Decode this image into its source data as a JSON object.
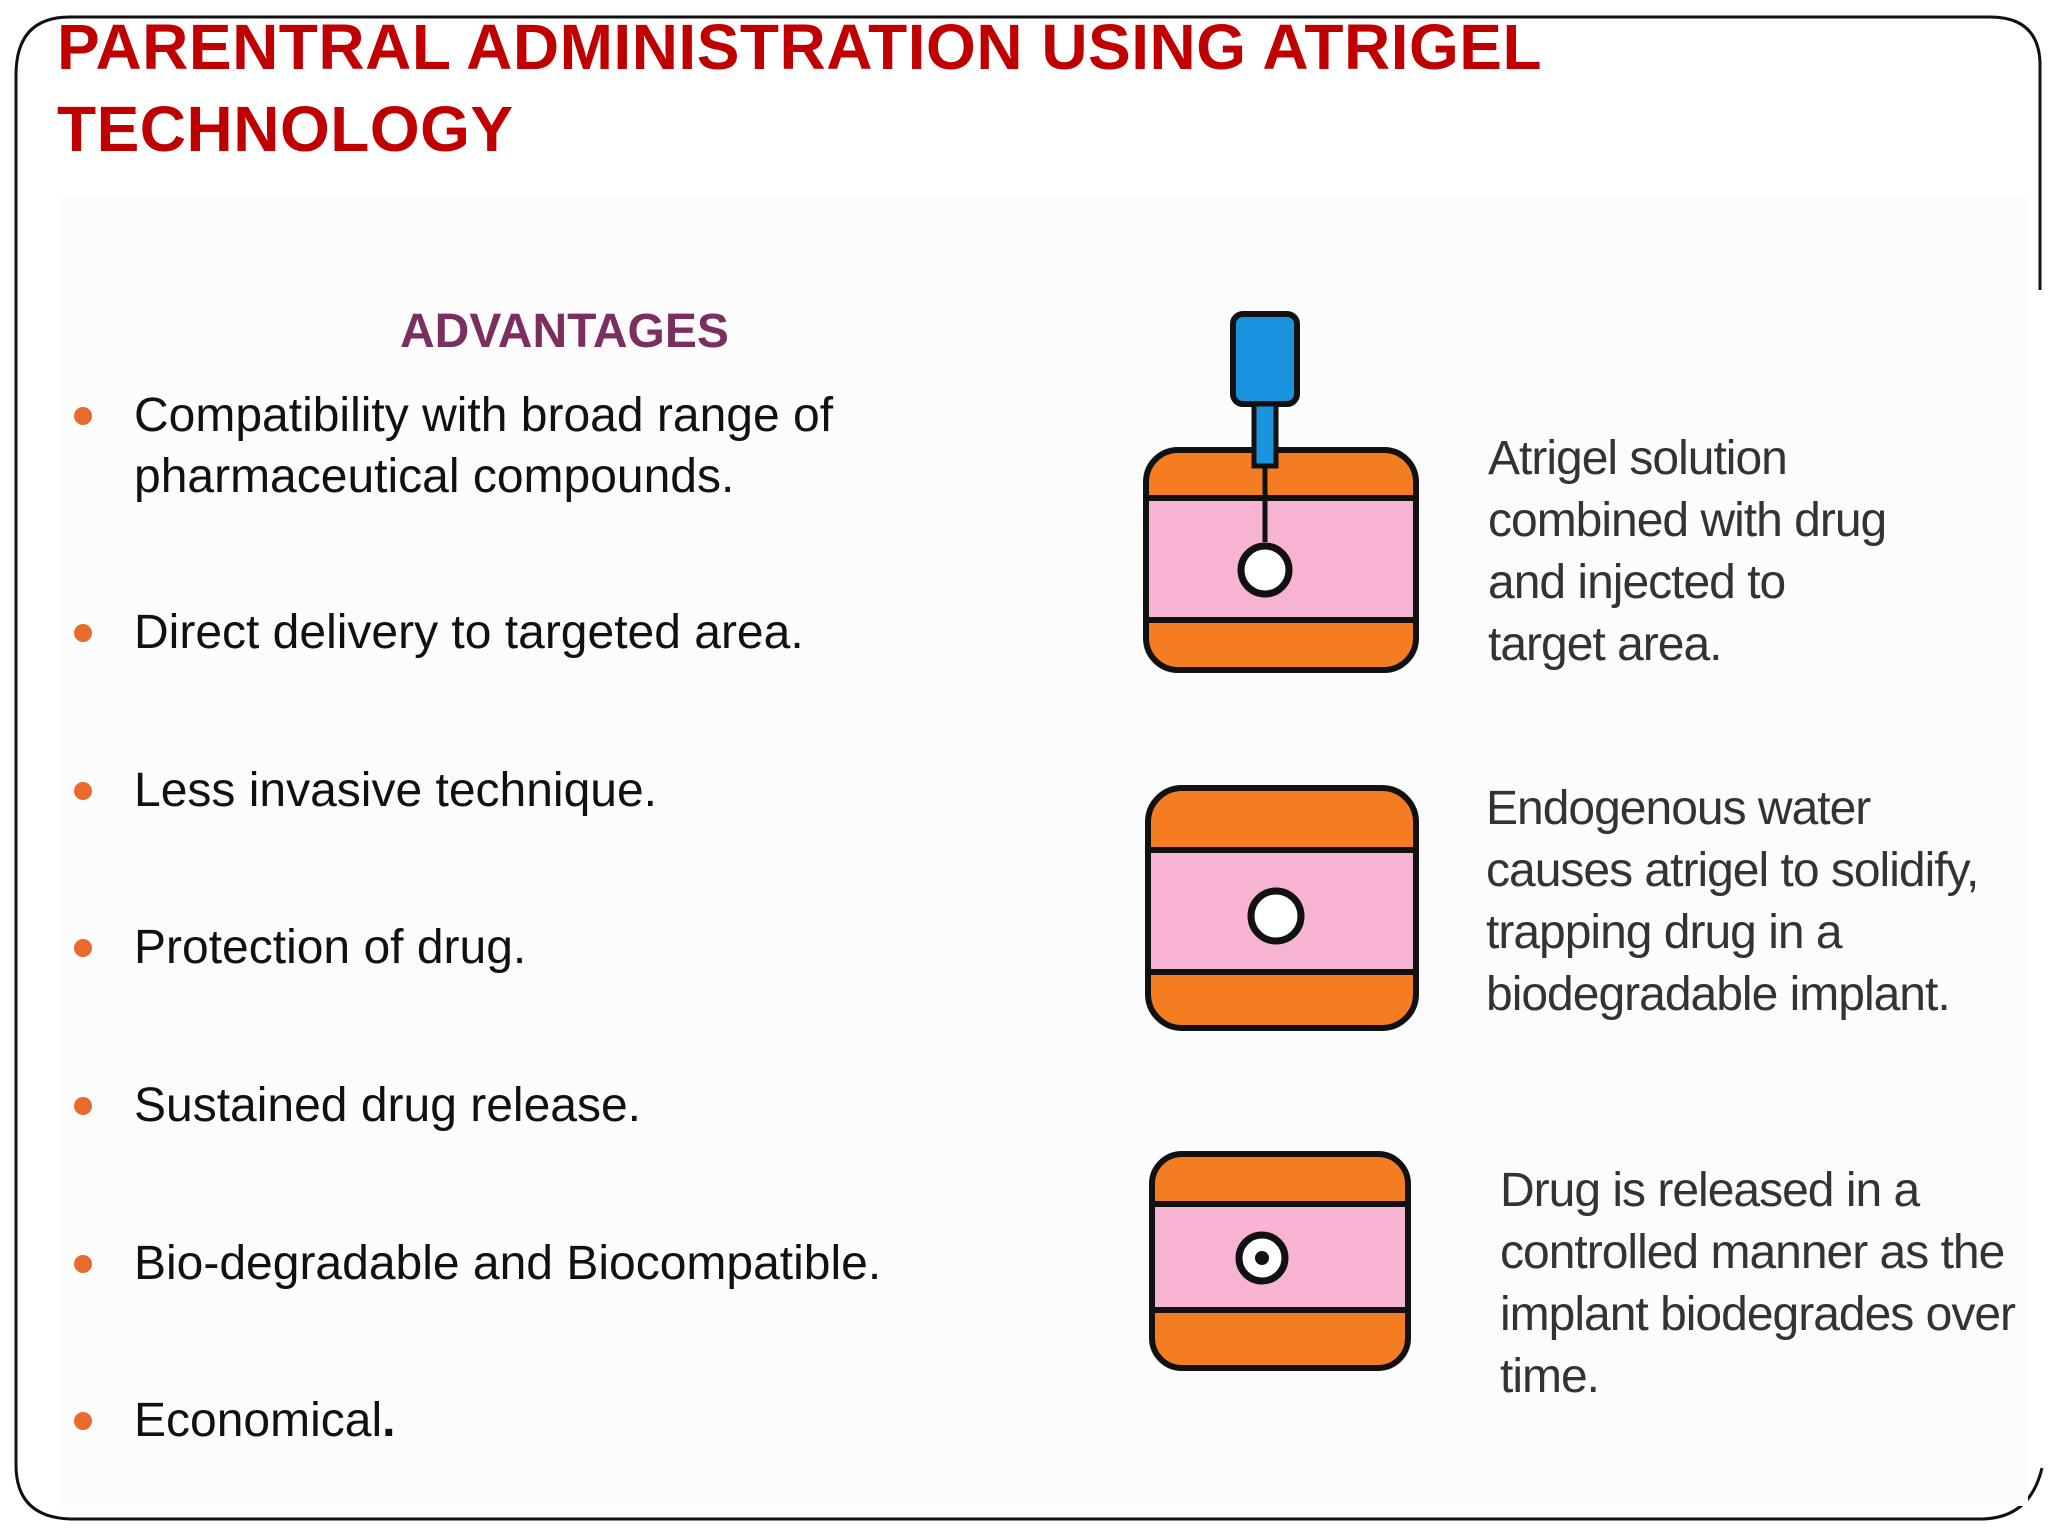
{
  "title": {
    "line1": "PARENTRAL ADMINISTRATION USING ATRIGEL",
    "line2": "TECHNOLOGY"
  },
  "advantages": {
    "heading": "ADVANTAGES",
    "items": [
      {
        "text": "Compatibility with broad range of pharmaceutical compounds."
      },
      {
        "text": "Direct delivery to targeted area."
      },
      {
        "text": "Less invasive technique."
      },
      {
        "text": "Protection of drug."
      },
      {
        "text": "Sustained drug release."
      },
      {
        "text": "Bio-degradable and Biocompatible."
      },
      {
        "text": "Economical"
      }
    ],
    "last_item_period": "."
  },
  "diagram": {
    "colors": {
      "tissue_band": "#f47d22",
      "tissue_core": "#f6b4d2",
      "syringe": "#1a93de",
      "outline": "#111111",
      "bullet": "#e86a2d",
      "title": "#c00000",
      "heading": "#7a2f60"
    },
    "stages": [
      {
        "caption_lines": [
          "Atrigel solution",
          "combined with drug",
          "and injected to",
          "target area."
        ]
      },
      {
        "caption_lines": [
          "Endogenous water",
          "causes atrigel to solidify,",
          "trapping drug in a",
          "biodegradable implant."
        ]
      },
      {
        "caption_lines": [
          "Drug is released in a",
          "controlled manner as the",
          "implant biodegrades over",
          "time."
        ]
      }
    ]
  }
}
